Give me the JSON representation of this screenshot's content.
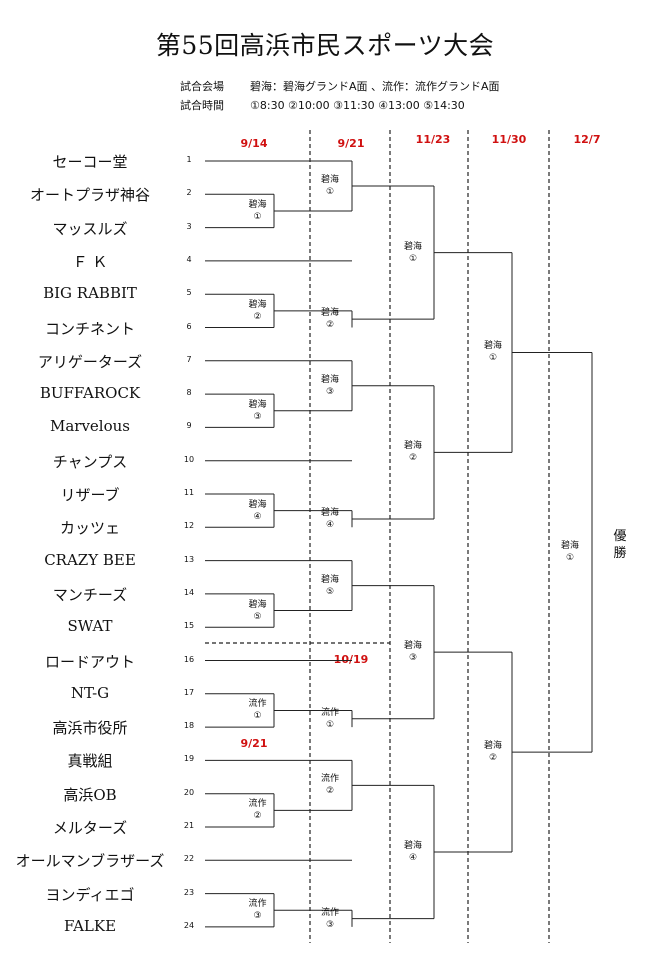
{
  "title": "第55回高浜市民スポーツ大会",
  "info": {
    "venue_label": "試合会場",
    "venue_value": "碧海：碧海グランドA面 、流作：流作グランドA面",
    "time_label": "試合時間",
    "time_value": "①8:30 ②10:00 ③11:30 ④13:00 ⑤14:30"
  },
  "dates": {
    "r1_top": "9/14",
    "r2_top": "9/21",
    "r3": "11/23",
    "r4": "11/30",
    "final": "12/7",
    "r2_bottom": "10/19",
    "r1_bottom": "9/21"
  },
  "teams": [
    "セーコー堂",
    "オートプラザ神谷",
    "マッスルズ",
    "Ｆ Ｋ",
    "BIG RABBIT",
    "コンチネント",
    "アリゲーターズ",
    "BUFFAROCK",
    "Marvelous",
    "チャンプス",
    "リザーブ",
    "カッツェ",
    "CRAZY BEE",
    "マンチーズ",
    "SWAT",
    "ロードアウト",
    "NT-G",
    "高浜市役所",
    "真戦組",
    "高浜OB",
    "メルターズ",
    "オールマンブラザーズ",
    "ヨンディエゴ",
    "FALKE"
  ],
  "seeds": [
    "1",
    "2",
    "3",
    "4",
    "5",
    "6",
    "7",
    "8",
    "9",
    "10",
    "11",
    "12",
    "13",
    "14",
    "15",
    "16",
    "17",
    "18",
    "19",
    "20",
    "21",
    "22",
    "23",
    "24"
  ],
  "r1_matches": [
    {
      "venue": "碧海",
      "slot": "①"
    },
    {
      "venue": "碧海",
      "slot": "②"
    },
    {
      "venue": "碧海",
      "slot": "③"
    },
    {
      "venue": "碧海",
      "slot": "④"
    },
    {
      "venue": "碧海",
      "slot": "⑤"
    },
    {
      "venue": "流作",
      "slot": "①"
    },
    {
      "venue": "流作",
      "slot": "②"
    },
    {
      "venue": "流作",
      "slot": "③"
    }
  ],
  "r2_matches": [
    {
      "venue": "碧海",
      "slot": "①"
    },
    {
      "venue": "碧海",
      "slot": "②"
    },
    {
      "venue": "碧海",
      "slot": "③"
    },
    {
      "venue": "碧海",
      "slot": "④"
    },
    {
      "venue": "碧海",
      "slot": "⑤"
    },
    {
      "venue": "流作",
      "slot": "①"
    },
    {
      "venue": "流作",
      "slot": "②"
    },
    {
      "venue": "流作",
      "slot": "③"
    }
  ],
  "r3_matches": [
    {
      "venue": "碧海",
      "slot": "①"
    },
    {
      "venue": "碧海",
      "slot": "②"
    },
    {
      "venue": "碧海",
      "slot": "③"
    },
    {
      "venue": "碧海",
      "slot": "④"
    }
  ],
  "r4_matches": [
    {
      "venue": "碧海",
      "slot": "①"
    },
    {
      "venue": "碧海",
      "slot": "②"
    }
  ],
  "final_match": {
    "venue": "碧海",
    "slot": "①"
  },
  "winner_label": "優勝"
}
